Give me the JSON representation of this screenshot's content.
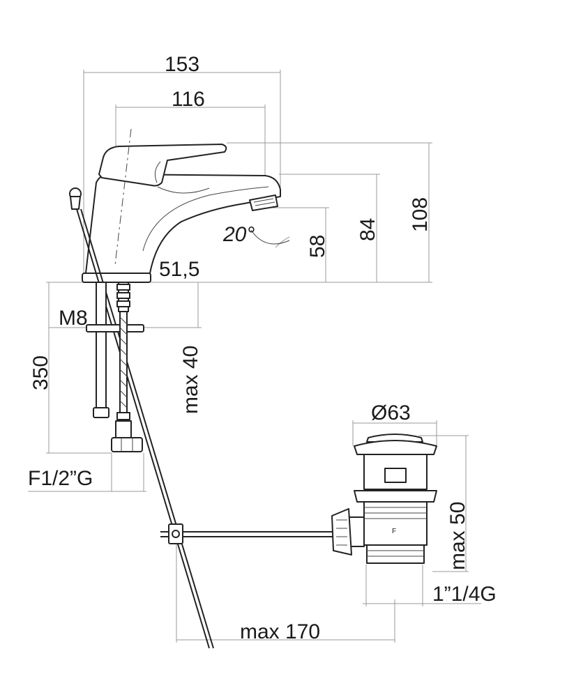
{
  "dimensions": {
    "width_overall": "153",
    "width_spout": "116",
    "height_overall": "108",
    "height_spout": "84",
    "height_outlet": "58",
    "spout_angle": "20°",
    "base_diameter": "51,5",
    "stud_thread": "M8",
    "hose_length": "350",
    "max_thickness": "max 40",
    "hose_connection": "F1/2”G",
    "waste_diameter": "Ø63",
    "waste_max_height": "max 50",
    "waste_thread": "1”1/4G",
    "rod_max_length": "max 170",
    "waste_marking": "F"
  }
}
